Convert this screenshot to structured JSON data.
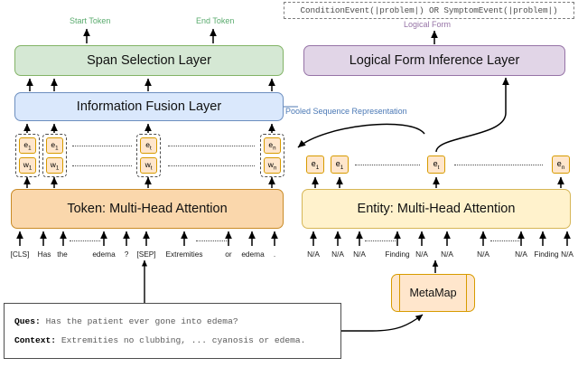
{
  "diagram": {
    "title": "Medical QA model architecture",
    "colors": {
      "span_layer": "#d5e8d4",
      "fusion_layer": "#dae8fc",
      "token_attention": "#fad7ac",
      "entity_attention": "#fff2cc",
      "logical_form_layer": "#e1d5e7",
      "embedding": "#ffe6cc",
      "metamap": "#ffe6cc"
    },
    "layers": {
      "span_selection": "Span Selection Layer",
      "information_fusion": "Information Fusion Layer",
      "token_attention": "Token: Multi-Head Attention",
      "entity_attention": "Entity: Multi-Head Attention",
      "logical_form_inference": "Logical Form Inference Layer",
      "metamap": "MetaMap"
    },
    "captions": {
      "start_token": "Start Token",
      "end_token": "End Token",
      "pooled_sequence": "Pooled Sequence Representation",
      "logical_form": "Logical Form"
    },
    "logical_form_expression": "ConditionEvent(|problem|) OR SymptomEvent(|problem|)",
    "token_embeddings": [
      {
        "e": "e",
        "e_sub": "1",
        "w": "w",
        "w_sub": "1"
      },
      {
        "e": "e",
        "e_sub": "1",
        "w": "w",
        "w_sub": "1"
      },
      {
        "e": "e",
        "e_sub": "t",
        "w": "w",
        "w_sub": "t"
      },
      {
        "e": "e",
        "e_sub": "n",
        "w": "w",
        "w_sub": "n"
      }
    ],
    "entity_embeddings": [
      {
        "e": "e",
        "e_sub": "1"
      },
      {
        "e": "e",
        "e_sub": "1"
      },
      {
        "e": "e",
        "e_sub": "t"
      },
      {
        "e": "e",
        "e_sub": "n"
      }
    ],
    "input_tokens": [
      "[CLS]",
      "Has",
      "the",
      "edema",
      "?",
      "[SEP]",
      "Extremities",
      "or",
      "edema",
      "."
    ],
    "entity_tokens": [
      "N/A",
      "N/A",
      "N/A",
      "Finding",
      "N/A",
      "N/A",
      "N/A",
      "N/A",
      "Finding",
      "N/A"
    ],
    "question_context": {
      "question_key": "Ques:",
      "question_value": "Has the patient ever gone into edema?",
      "context_key": "Context:",
      "context_value": "Extremities no clubbing, ... cyanosis or edema."
    }
  }
}
